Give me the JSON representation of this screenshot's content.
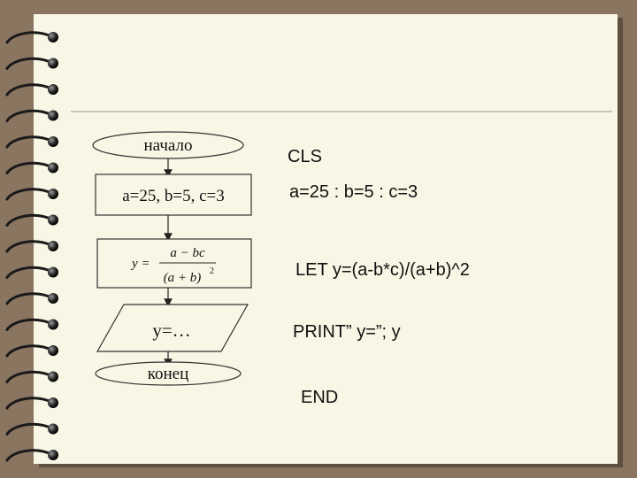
{
  "flowchart": {
    "start": "начало",
    "assign": "a=25, b=5, c=3",
    "formula_lhs": "y =",
    "formula_num": "a − bc",
    "formula_den_base": "(a + b)",
    "formula_den_exp": "2",
    "output": "y=…",
    "end": "конец"
  },
  "code": {
    "line1": "CLS",
    "line2": "a=25 : b=5 : c=3",
    "line3": "LET y=(a-b*c)/(a+b)^2",
    "line4": "PRINT” y=”; y",
    "line5": "END"
  }
}
